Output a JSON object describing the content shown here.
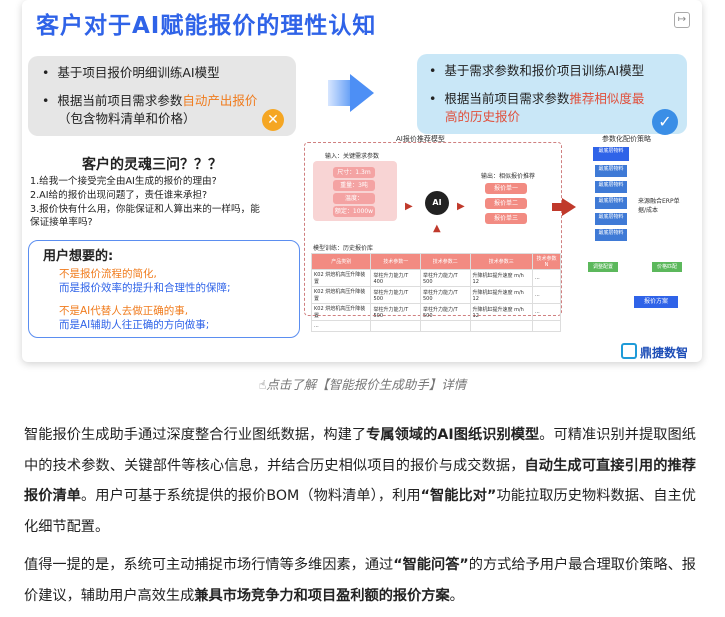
{
  "slide": {
    "title": "客户对于AI赋能报价的理性认知",
    "left_box": {
      "line1": "基于项目报价明细训练AI模型",
      "line2_a": "根据当前项目需求参数",
      "line2_b": "自动产出报价",
      "line3": "（包含物料清单和价格）",
      "badge": "✕"
    },
    "right_box": {
      "line1": "基于需求参数和报价项目训练AI模型",
      "line2_a": "根据当前项目需求参数",
      "line2_b": "推荐相似度最",
      "line3": "高的历史报价",
      "badge": "✓"
    },
    "soul": {
      "title": "客户的灵魂三问？？？",
      "q1": "1.给我一个接受完全由AI生成的报价的理由?",
      "q2": "2.AI给的报价出现问题了，责任谁来承担?",
      "q3a": "3.报价快有什么用，你能保证和人算出来的一样吗，能",
      "q3b": "保证接单率吗?"
    },
    "wants": {
      "title": "用户想要的:",
      "l1": "不是报价流程的简化,",
      "l2": "而是报价效率的提升和合理性的保障;",
      "l3": "不是AI代替人去做正确的事,",
      "l4": "而是AI辅助人往正确的方向做事;"
    },
    "diagram": {
      "title": "AI报价推荐模型",
      "input_label": "输入：关键需求参数",
      "inputs": [
        "尺寸：1.3m",
        "重量：3吨",
        "温度：1000°C/h",
        "额定：1000w"
      ],
      "output_label": "输出：相似报价推荐",
      "outputs": [
        "报价单一",
        "报价单二",
        "报价单三"
      ],
      "ai_label": "AI",
      "history_label": "模型训练：历史报价库",
      "table_headers": [
        "产品类别",
        "技术参数一",
        "技术参数二",
        "技术参数三",
        "技术参数N"
      ],
      "table_rows": [
        [
          "K02 烘焙机高压升降装置",
          "举柱升力能力/T 400",
          "举柱升力能力/T 500",
          "升降机缸提升速度 m/h 12",
          "..."
        ],
        [
          "K02 烘焙机高压升降装置",
          "举柱升力能力/T 500",
          "举柱升力能力/T 500",
          "升降机缸提升速度 m/h 12",
          "..."
        ],
        [
          "K02 烘焙机高压升降装置",
          "举柱升力能力/T 500",
          "举柱升力能力/T 500",
          "升降机缸提升速度 m/h 12",
          "..."
        ],
        [
          "...",
          "",
          "",
          "",
          ""
        ]
      ]
    },
    "param": {
      "title": "参数化配价策略",
      "items": [
        "最底层物料",
        "最底层物料",
        "最底层物料",
        "最底层物料",
        "最底层物料",
        "最底层物料"
      ],
      "side_text": "来源融合ERP单据/成本",
      "green1": "调整配置",
      "green2": "价格匹配",
      "plan": "报价方案"
    },
    "brand": "鼎捷数智"
  },
  "caption": "☝点击了解【智能报价生成助手】详情",
  "paragraph1": {
    "p1": "智能报价生成助手通过深度整合行业图纸数据，构建了",
    "b1": "专属领域的AI图纸识别模型",
    "p2": "。可精准识别并提取图纸中的技术参数、关键部件等核心信息，并结合历史相似项目的报价与成交数据，",
    "b2": "自动生成可直接引用的推荐报价清单",
    "p3": "。用户可基于系统提供的报价BOM（物料清单），利用",
    "b3": "“智能比对”",
    "p4": "功能拉取历史物料数据、自主优化细节配置。"
  },
  "paragraph2": {
    "p1": "值得一提的是，系统可主动捕捉市场行情等多维因素，通过",
    "b1": "“智能问答”",
    "p2": "的方式给予用户最合理取价策略、报价建议，辅助用户高效生成",
    "b2": "兼具市场竞争力和项目盈利额的报价方案",
    "p3": "。"
  }
}
